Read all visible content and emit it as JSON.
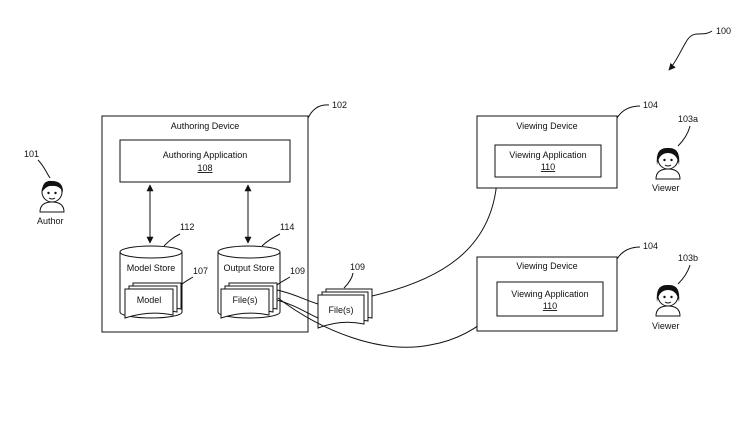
{
  "figure_ref": "100",
  "author": {
    "ref": "101",
    "label": "Author"
  },
  "authoring_device": {
    "title": "Authoring Device",
    "ref": "102",
    "app_title": "Authoring Application",
    "app_ref": "108",
    "model_store": {
      "title": "Model Store",
      "ref": "112",
      "doc_label": "Model",
      "doc_ref": "107"
    },
    "output_store": {
      "title": "Output Store",
      "ref": "114",
      "doc_label": "File(s)",
      "doc_ref": "109"
    }
  },
  "files": {
    "label": "File(s)",
    "ref": "109"
  },
  "viewing_devices": [
    {
      "title": "Viewing Device",
      "ref": "104",
      "app_title": "Viewing Application",
      "app_ref": "110",
      "viewer_ref": "103a",
      "viewer_label": "Viewer"
    },
    {
      "title": "Viewing Device",
      "ref": "104",
      "app_title": "Viewing Application",
      "app_ref": "110",
      "viewer_ref": "103b",
      "viewer_label": "Viewer"
    }
  ],
  "colors": {
    "line": "#111111",
    "background": "#ffffff"
  },
  "icons": [
    "person-author-icon",
    "person-viewer-icon",
    "database-cylinder-icon",
    "document-stack-icon"
  ]
}
